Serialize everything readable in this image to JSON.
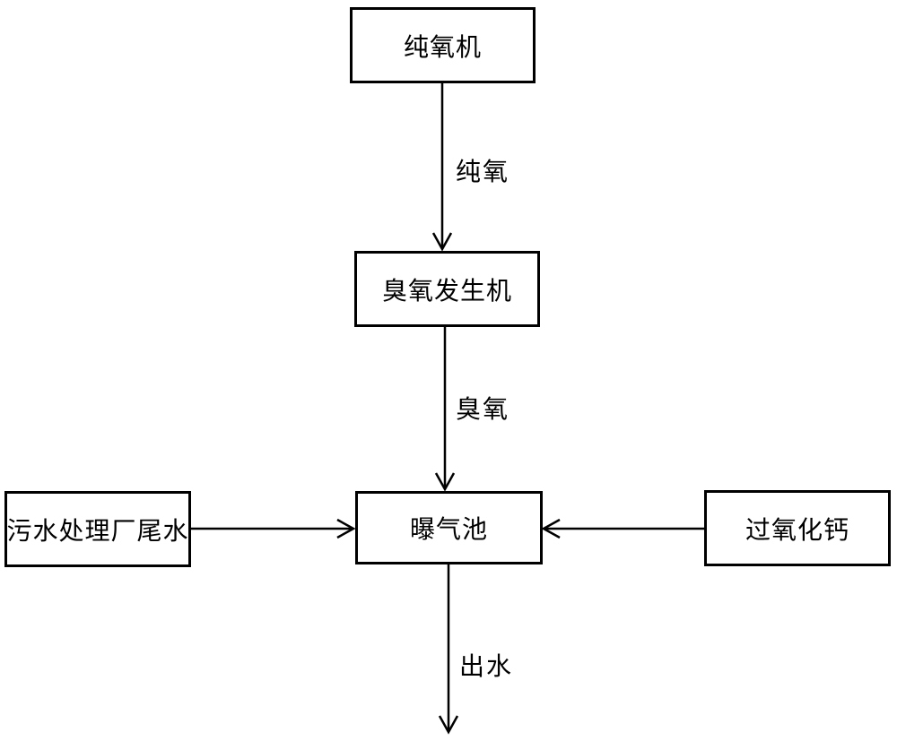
{
  "diagram": {
    "background": "#ffffff",
    "line_color": "#000000",
    "nodes": [
      {
        "id": "pure-oxygen-machine",
        "label": "纯氧机"
      },
      {
        "id": "ozone-generator",
        "label": "臭氧发生机"
      },
      {
        "id": "wastewater-plant-tailwater",
        "label": "污水处理厂尾水"
      },
      {
        "id": "aeration-tank",
        "label": "曝气池"
      },
      {
        "id": "calcium-peroxide",
        "label": "过氧化钙"
      }
    ],
    "edges": [
      {
        "from": "pure-oxygen-machine",
        "to": "ozone-generator",
        "label": "纯氧",
        "direction": "down"
      },
      {
        "from": "ozone-generator",
        "to": "aeration-tank",
        "label": "臭氧",
        "direction": "down"
      },
      {
        "from": "wastewater-plant-tailwater",
        "to": "aeration-tank",
        "label": "",
        "direction": "right"
      },
      {
        "from": "calcium-peroxide",
        "to": "aeration-tank",
        "label": "",
        "direction": "left"
      },
      {
        "from": "aeration-tank",
        "to": "outflow",
        "label": "出水",
        "direction": "down"
      }
    ]
  }
}
